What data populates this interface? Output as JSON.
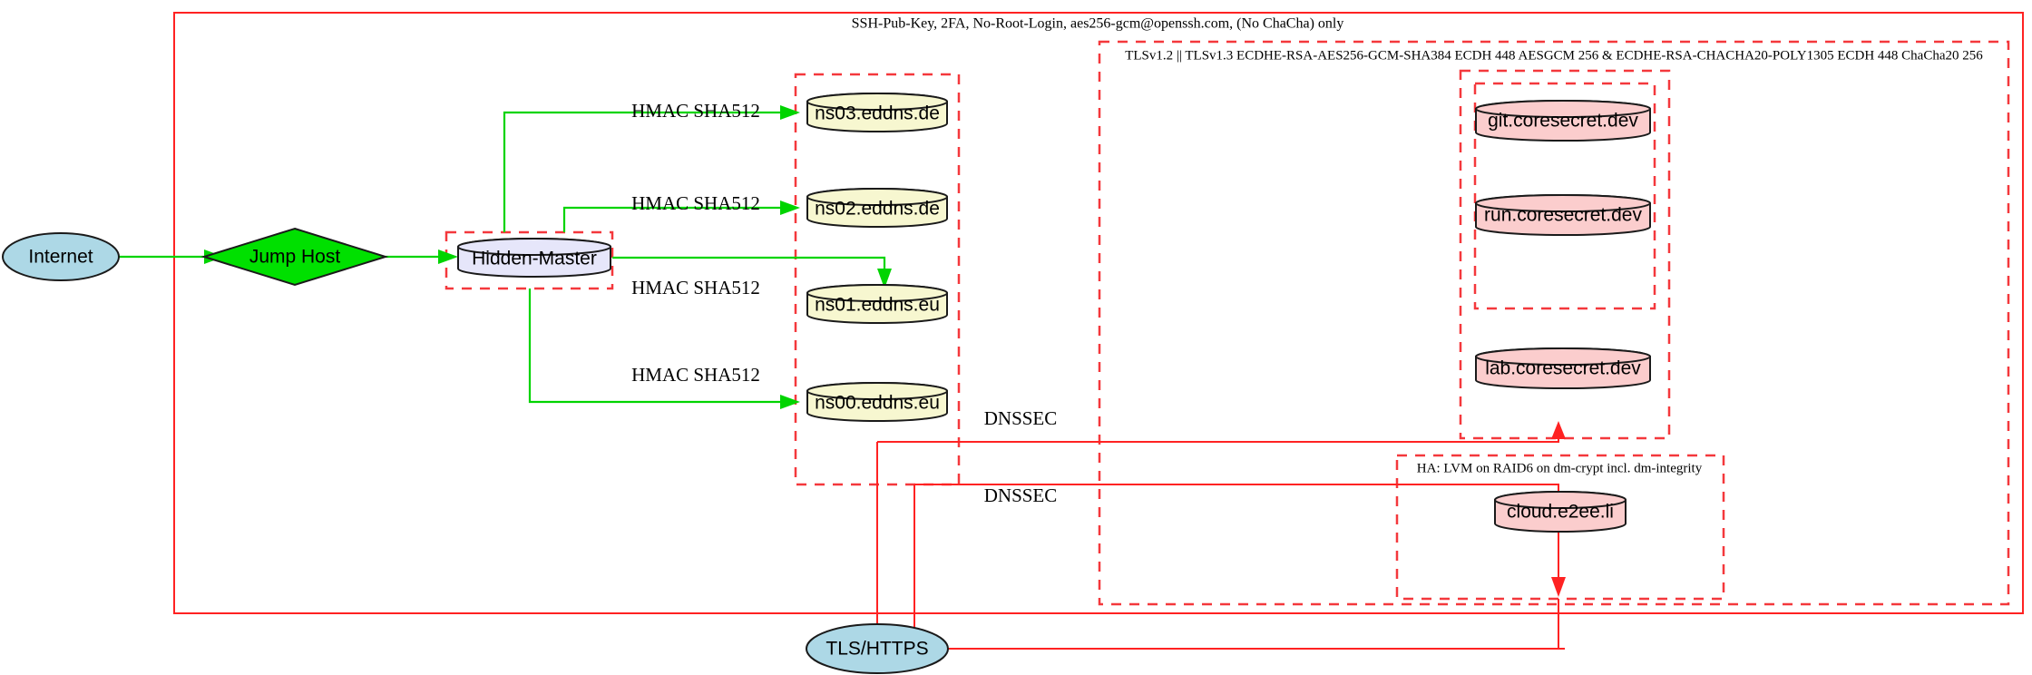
{
  "diagram": {
    "title_label": "SSH-Pub-Key, 2FA, No-Root-Login, aes256-gcm@openssh.com, (No ChaCha) only",
    "tls_cluster_label": "TLSv1.2 || TLSv1.3 ECDHE-RSA-AES256-GCM-SHA384 ECDH 448 AESGCM 256 & ECDHE-RSA-CHACHA20-POLY1305 ECDH 448 ChaCha20 256",
    "ha_cluster_label": "HA: LVM on RAID6 on dm-crypt incl. dm-integrity"
  },
  "nodes": {
    "internet": {
      "label": "Internet",
      "shape": "ellipse",
      "fill": "#add8e6"
    },
    "jump_host": {
      "label": "Jump Host",
      "shape": "diamond",
      "fill": "#00e000"
    },
    "hidden_master": {
      "label": "Hidden-Master",
      "shape": "cylinder",
      "fill": "#e6e6fa"
    },
    "ns03": {
      "label": "ns03.eddns.de",
      "shape": "cylinder",
      "fill": "#f7f7d0"
    },
    "ns02": {
      "label": "ns02.eddns.de",
      "shape": "cylinder",
      "fill": "#f7f7d0"
    },
    "ns01": {
      "label": "ns01.eddns.eu",
      "shape": "cylinder",
      "fill": "#f7f7d0"
    },
    "ns00": {
      "label": "ns00.eddns.eu",
      "shape": "cylinder",
      "fill": "#f7f7d0"
    },
    "git": {
      "label": "git.coresecret.dev",
      "shape": "cylinder",
      "fill": "#fbcdcd"
    },
    "run": {
      "label": "run.coresecret.dev",
      "shape": "cylinder",
      "fill": "#fbcdcd"
    },
    "lab": {
      "label": "lab.coresecret.dev",
      "shape": "cylinder",
      "fill": "#fbcdcd"
    },
    "cloud": {
      "label": "cloud.e2ee.li",
      "shape": "cylinder",
      "fill": "#fbcdcd"
    },
    "tls_https": {
      "label": "TLS/HTTPS",
      "shape": "ellipse",
      "fill": "#add8e6"
    }
  },
  "edges": {
    "hmac_ns03": "HMAC SHA512",
    "hmac_ns02": "HMAC SHA512",
    "hmac_ns01": "HMAC SHA512",
    "hmac_ns00": "HMAC SHA512",
    "dnssec_upper": "DNSSEC",
    "dnssec_lower": "DNSSEC"
  },
  "colors": {
    "green_edge": "#00d400",
    "red_edge": "#ff2222",
    "dashed_border": "#f4383c",
    "blue_node": "#add8e6",
    "green_node": "#00e000",
    "lavender_node": "#e6e6fa",
    "yellow_node": "#f7f7d0",
    "pink_node": "#fbcdcd"
  }
}
